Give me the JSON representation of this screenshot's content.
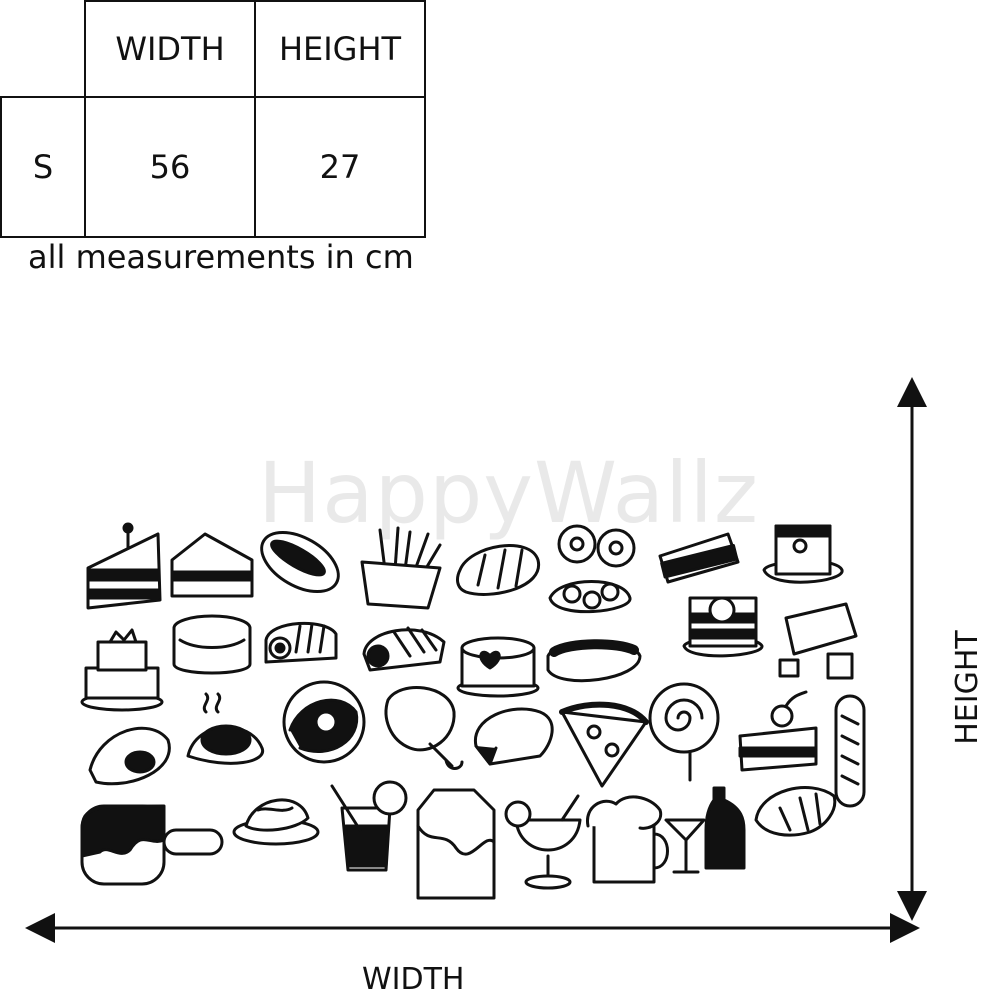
{
  "size_table": {
    "headers": [
      "WIDTH",
      "HEIGHT"
    ],
    "rows": [
      {
        "size": "S",
        "width": "56",
        "height": "27"
      }
    ],
    "note": "all measurements in cm"
  },
  "watermark": "HappyWallz",
  "dimension_labels": {
    "width": "WIDTH",
    "height": "HEIGHT"
  },
  "food_icons": [
    "sandwich-icon",
    "cake-slice-icon",
    "hot-dog-icon",
    "fries-icon",
    "bread-loaf-icon",
    "donuts-icon",
    "wafer-cake-icon",
    "petit-four-icon",
    "tiered-cake-icon",
    "round-cake-icon",
    "swiss-roll-icon",
    "cake-roll-icon",
    "heart-cake-icon",
    "hot-dog-bun-icon",
    "biscuits-icon",
    "layer-cake-icon",
    "chocolate-bar-icon",
    "avocado-icon",
    "fried-egg-icon",
    "glazed-donut-icon",
    "chicken-leg-icon",
    "toast-icon",
    "pizza-slice-icon",
    "lollipop-icon",
    "cherry-cake-icon",
    "baguette-icon",
    "popsicle-icon",
    "pasta-plate-icon",
    "juice-glass-icon",
    "milk-carton-icon",
    "sundae-cup-icon",
    "beer-mug-icon",
    "cocktail-icon",
    "bottle-icon",
    "croissant-icon"
  ]
}
